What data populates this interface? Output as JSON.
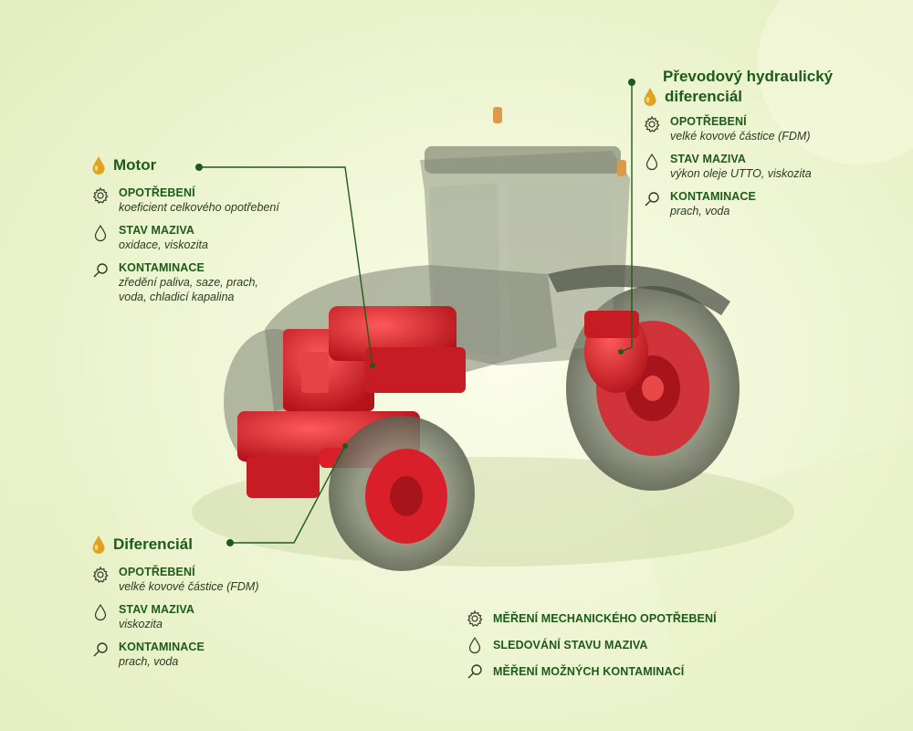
{
  "colors": {
    "accent_green": "#1e5b1a",
    "leader_line": "#1e5b1a",
    "tractor_red": "#d9202a",
    "background": "#eef4d2"
  },
  "callouts": {
    "motor": {
      "title": "Motor",
      "items": [
        {
          "icon": "gear-icon",
          "label": "OPOTŘEBENÍ",
          "desc": "koeficient celkového opotřebení"
        },
        {
          "icon": "drop-icon",
          "label": "STAV MAZIVA",
          "desc": "oxidace, viskozita"
        },
        {
          "icon": "magnifier-icon",
          "label": "KONTAMINACE",
          "desc": "zředění paliva, saze, prach,\nvoda, chladicí kapalina"
        }
      ]
    },
    "transmission": {
      "title_line1": "Převodový hydraulický",
      "title_line2": "diferenciál",
      "items": [
        {
          "icon": "gear-icon",
          "label": "OPOTŘEBENÍ",
          "desc": "velké kovové částice (FDM)"
        },
        {
          "icon": "drop-icon",
          "label": "STAV MAZIVA",
          "desc": "výkon oleje UTTO, viskozita"
        },
        {
          "icon": "magnifier-icon",
          "label": "KONTAMINACE",
          "desc": "prach, voda"
        }
      ]
    },
    "differential": {
      "title": "Diferenciál",
      "items": [
        {
          "icon": "gear-icon",
          "label": "OPOTŘEBENÍ",
          "desc": "velké kovové částice (FDM)"
        },
        {
          "icon": "drop-icon",
          "label": "STAV MAZIVA",
          "desc": "viskozita"
        },
        {
          "icon": "magnifier-icon",
          "label": "KONTAMINACE",
          "desc": "prach, voda"
        }
      ]
    }
  },
  "legend": [
    {
      "icon": "gear-icon",
      "label": "MĚŘENÍ MECHANICKÉHO OPOTŘEBENÍ"
    },
    {
      "icon": "drop-icon",
      "label": "SLEDOVÁNÍ STAVU MAZIVA"
    },
    {
      "icon": "magnifier-icon",
      "label": "MĚŘENÍ MOŽNÝCH KONTAMINACÍ"
    }
  ]
}
